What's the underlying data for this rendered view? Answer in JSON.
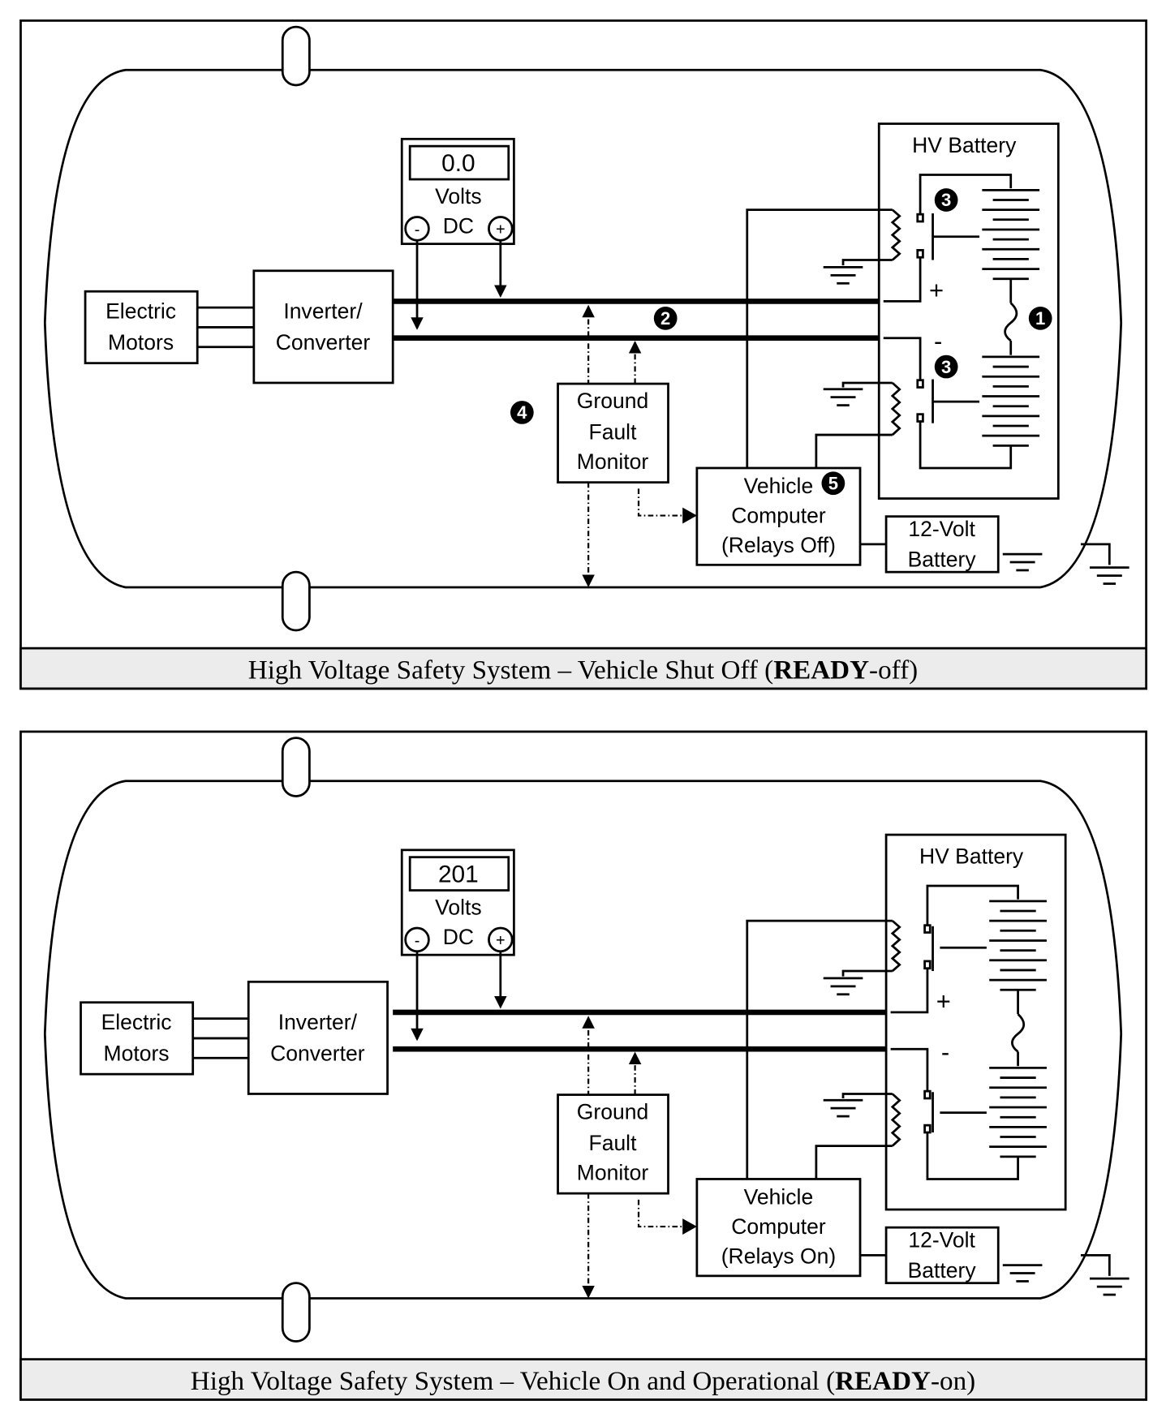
{
  "panels": [
    {
      "id": "ready-off",
      "meter": {
        "reading": "0.0",
        "unit_line1": "Volts",
        "unit_line2": "DC",
        "neg": "-",
        "pos": "+"
      },
      "motors": [
        "Electric",
        "Motors"
      ],
      "inverter": [
        "Inverter/",
        "Converter"
      ],
      "gfm": [
        "Ground",
        "Fault",
        "Monitor"
      ],
      "computer": [
        "Vehicle",
        "Computer",
        "(Relays Off)"
      ],
      "battery12": [
        "12-Volt",
        "Battery"
      ],
      "hv_battery": "HV Battery",
      "plus": "+",
      "minus": "-",
      "relays_closed": false,
      "markers": {
        "m1": "1",
        "m2": "2",
        "m3a": "3",
        "m3b": "3",
        "m4": "4",
        "m5": "5"
      },
      "caption_pre": "High Voltage Safety System – Vehicle Shut Off (",
      "caption_bold": "READY",
      "caption_post": "-off)"
    },
    {
      "id": "ready-on",
      "meter": {
        "reading": "201",
        "unit_line1": "Volts",
        "unit_line2": "DC",
        "neg": "-",
        "pos": "+"
      },
      "motors": [
        "Electric",
        "Motors"
      ],
      "inverter": [
        "Inverter/",
        "Converter"
      ],
      "gfm": [
        "Ground",
        "Fault",
        "Monitor"
      ],
      "computer": [
        "Vehicle",
        "Computer",
        "(Relays On)"
      ],
      "battery12": [
        "12-Volt",
        "Battery"
      ],
      "hv_battery": "HV Battery",
      "plus": "+",
      "minus": "-",
      "relays_closed": true,
      "markers": null,
      "caption_pre": "High Voltage Safety System – Vehicle On and Operational (",
      "caption_bold": "READY",
      "caption_post": "-on)"
    }
  ]
}
